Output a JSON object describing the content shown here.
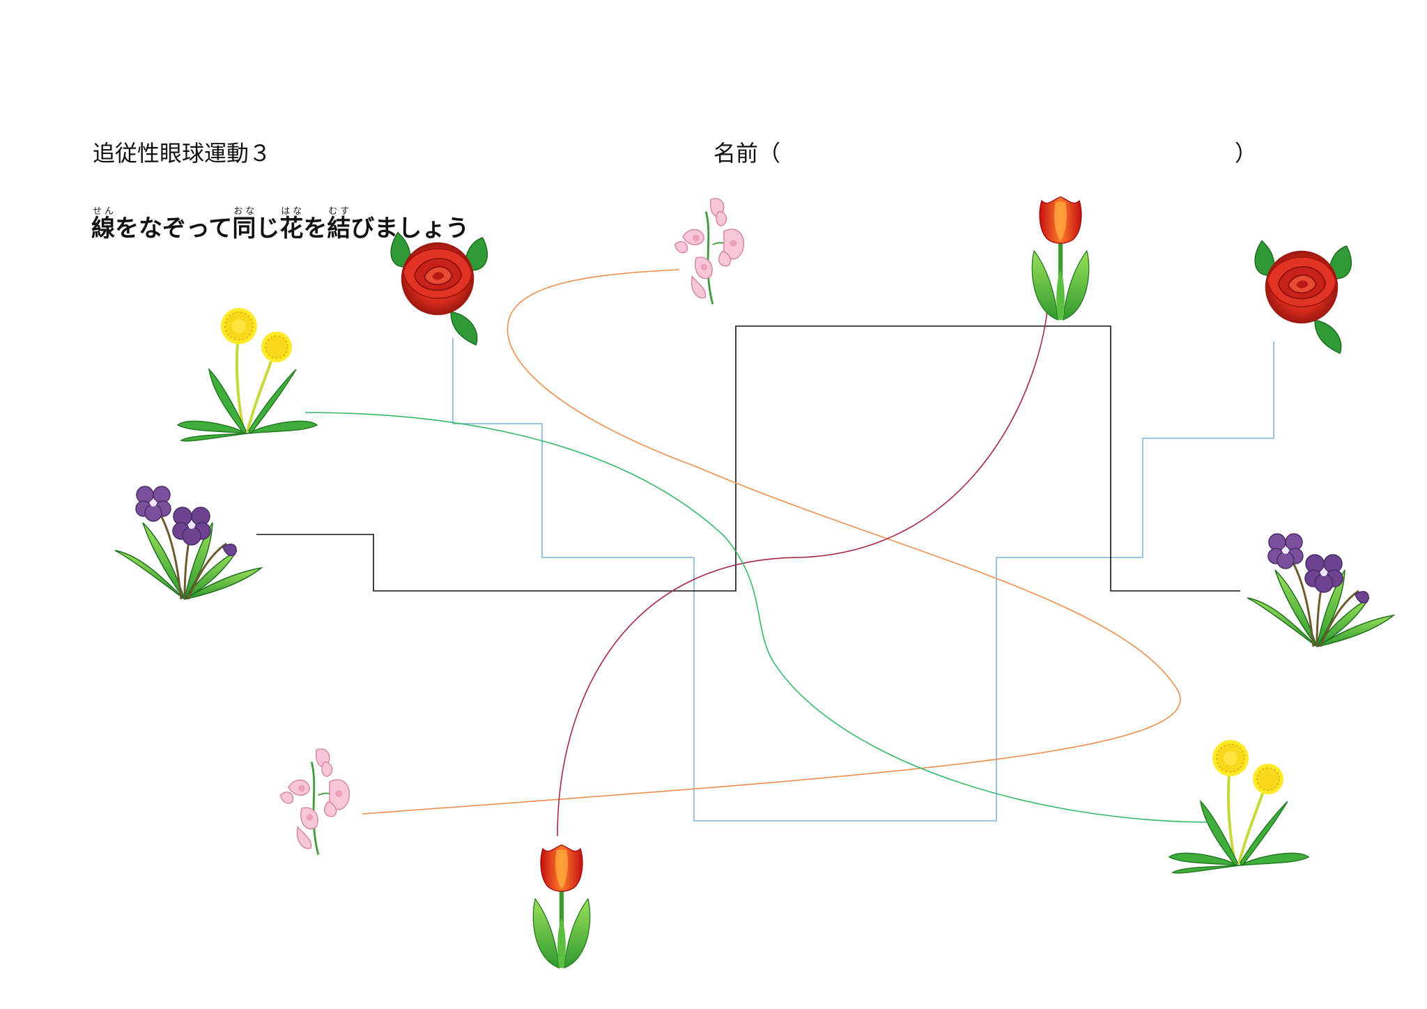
{
  "worksheet": {
    "title": "追従性眼球運動３",
    "name_label": "名前（",
    "name_close": "）"
  },
  "instruction": {
    "parts": [
      {
        "base": "線",
        "ruby": "せん"
      },
      {
        "base": "をなぞって",
        "ruby": ""
      },
      {
        "base": "同",
        "ruby": "おな"
      },
      {
        "base": "じ",
        "ruby": ""
      },
      {
        "base": "花",
        "ruby": "はな"
      },
      {
        "base": "を",
        "ruby": ""
      },
      {
        "base": "結",
        "ruby": "むす"
      },
      {
        "base": "びましょう",
        "ruby": ""
      }
    ]
  },
  "colors": {
    "rose_line": "#7fb2dc",
    "sweetpea_line": "#ee8d4a",
    "tulip_line": "#a52844",
    "dandelion_line": "#33b868",
    "violet_line": "#111111"
  },
  "flowers": [
    {
      "kind": "rose",
      "icon": "rose-icon"
    },
    {
      "kind": "sweet-pea",
      "icon": "sweet-pea-icon"
    },
    {
      "kind": "tulip",
      "icon": "tulip-icon"
    },
    {
      "kind": "dandelion",
      "icon": "dandelion-icon"
    },
    {
      "kind": "violet",
      "icon": "violet-icon"
    }
  ]
}
